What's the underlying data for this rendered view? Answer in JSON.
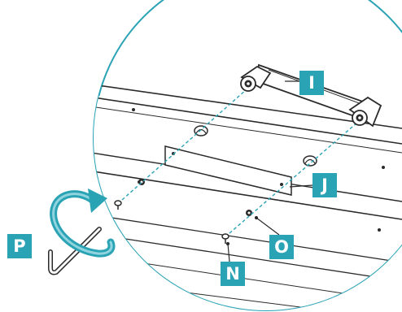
{
  "labels": {
    "handle": "I",
    "plate": "J",
    "nut": "O",
    "screw": "N",
    "hex_key": "P"
  },
  "colors": {
    "accent": "#2aa3b5",
    "outline": "#2a2a2a",
    "background": "#ffffff"
  }
}
